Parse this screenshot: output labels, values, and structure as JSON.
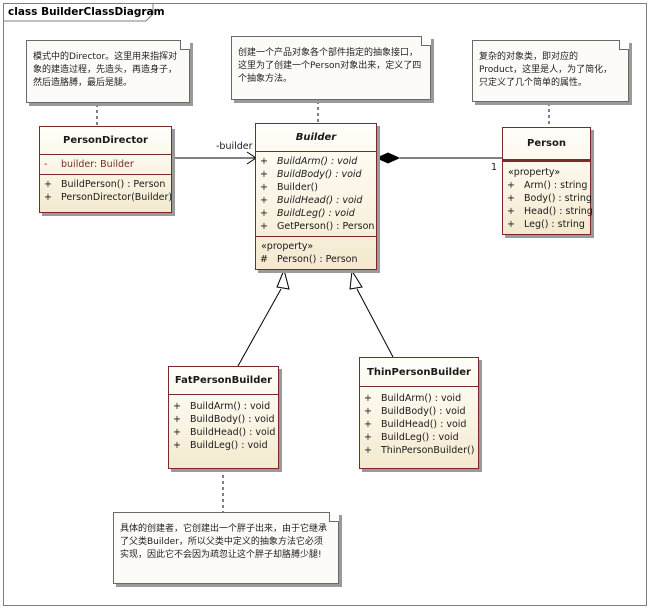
{
  "diagram": {
    "title": "class BuilderClassDiagram"
  },
  "classes": {
    "director": {
      "name": "PersonDirector",
      "attributes": [
        {
          "vis": "-",
          "text": "builder:  Builder"
        }
      ],
      "operations": [
        {
          "vis": "+",
          "text": "BuildPerson() : Person"
        },
        {
          "vis": "+",
          "text": "PersonDirector(Builder)"
        }
      ]
    },
    "builder": {
      "name": "Builder",
      "operations": [
        {
          "vis": "+",
          "text": "BuildArm() : void",
          "abstract": true
        },
        {
          "vis": "+",
          "text": "BuildBody() : void",
          "abstract": true
        },
        {
          "vis": "+",
          "text": "Builder()",
          "abstract": false
        },
        {
          "vis": "+",
          "text": "BuildHead() : void",
          "abstract": true
        },
        {
          "vis": "+",
          "text": "BuildLeg() : void",
          "abstract": true
        },
        {
          "vis": "+",
          "text": "GetPerson() : Person",
          "abstract": false
        }
      ],
      "stereotype": "«property»",
      "properties": [
        {
          "vis": "#",
          "text": "Person() : Person"
        }
      ]
    },
    "person": {
      "name": "Person",
      "stereotype": "«property»",
      "properties": [
        {
          "vis": "+",
          "text": "Arm() : string"
        },
        {
          "vis": "+",
          "text": "Body() : string"
        },
        {
          "vis": "+",
          "text": "Head() : string"
        },
        {
          "vis": "+",
          "text": "Leg() : string"
        }
      ]
    },
    "fat": {
      "name": "FatPersonBuilder",
      "operations": [
        {
          "vis": "+",
          "text": "BuildArm() : void"
        },
        {
          "vis": "+",
          "text": "BuildBody() : void"
        },
        {
          "vis": "+",
          "text": "BuildHead() : void"
        },
        {
          "vis": "+",
          "text": "BuildLeg() : void"
        }
      ]
    },
    "thin": {
      "name": "ThinPersonBuilder",
      "operations": [
        {
          "vis": "+",
          "text": "BuildArm() : void"
        },
        {
          "vis": "+",
          "text": "BuildBody() : void"
        },
        {
          "vis": "+",
          "text": "BuildHead() : void"
        },
        {
          "vis": "+",
          "text": "BuildLeg() : void"
        },
        {
          "vis": "+",
          "text": "ThinPersonBuilder()"
        }
      ]
    }
  },
  "notes": {
    "director": "模式中的Director。这里用来指挥对象的建造过程，先造头，再造身子，然后造胳膊，最后是腿。",
    "builder": "创建一个产品对象各个部件指定的抽象接口，这里为了创建一个Person对象出来，定义了四个抽象方法。",
    "person": "复杂的对象类，即对应的Product，这里是人，为了简化，只定义了几个简单的属性。",
    "fat": "具体的创建者，它创建出一个胖子出来，由于它继承了父类Builder，所以父类中定义的抽象方法它必须实现，因此它不会因为疏忽让这个胖子却胳膊少腿!"
  },
  "connectors": {
    "role": "-builder",
    "multiplicity": "1"
  }
}
